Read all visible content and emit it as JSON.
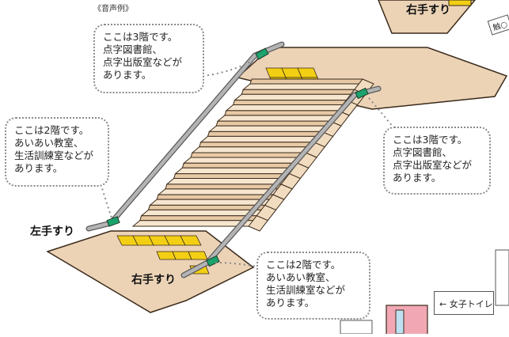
{
  "caption": "《音声例》",
  "labels": {
    "left_handrail": "左手すり",
    "right_handrail_bottom": "右手すり",
    "right_handrail_top": "右手すり",
    "restroom_sign": "← 女子トイレ",
    "tag_partial": "触○"
  },
  "bubbles": {
    "left_upper": [
      "ここは3階です。",
      "点字図書館、",
      "点字出版室などが",
      "あります。"
    ],
    "left_lower": [
      "ここは2階です。",
      "あいあい教室、",
      "生活訓練室などが",
      "あります。"
    ],
    "right_upper": [
      "ここは3階です。",
      "点字図書館、",
      "点字出版室などが",
      "あります。"
    ],
    "right_lower": [
      "ここは2階です。",
      "あいあい教室、",
      "生活訓練室などが",
      "あります。"
    ]
  },
  "colors": {
    "floor": "#ecd3b6",
    "stair_tread": "#e7c9a6",
    "stair_riser": "#f7e6cf",
    "outline": "#3a2a1a",
    "tactile_paving": "#f3cf14",
    "handrail": "#a8a8a8",
    "audio_marker": "#1aa36c",
    "door": "#f1a8b4",
    "bubble_border": "#8a8a8a"
  }
}
